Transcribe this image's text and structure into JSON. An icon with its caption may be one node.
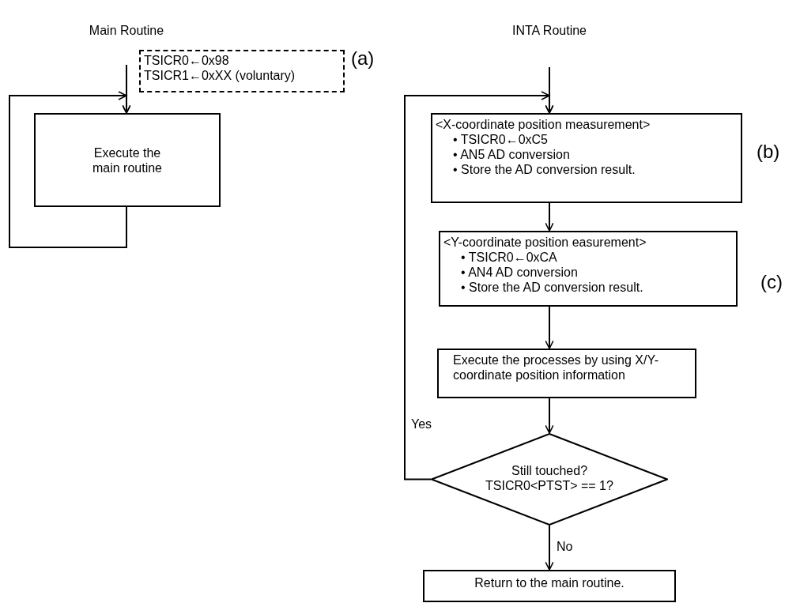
{
  "diagram": {
    "nodes": [
      {
        "text": [
          "TSICR0←0x98",
          "TSICR1←0xXX (voluntary)"
        ],
        "beside": [
          "(a)"
        ]
      },
      {
        "text": [
          "Execute the main routine"
        ]
      },
      {
        "text": [
          "<X-coordinate position measurement>",
          "• TSICR0←0xC5",
          "• AN5 AD conversion",
          "• Store the AD conversion result."
        ],
        "beside": [
          "(b)"
        ]
      },
      {
        "text": [
          "<Y-coordinate position easurement>",
          "• TSICR0←0xCA",
          "• AN4 AD conversion",
          "• Store the AD conversion result."
        ],
        "beside": [
          "(c)"
        ]
      },
      {
        "text": [
          "Execute the processes by using X/Y-coordinate position information"
        ]
      },
      {
        "text": [
          "Still touched?",
          "TSICR0<PTST> == 1?"
        ]
      },
      {
        "text": [
          "Return to the main routine."
        ]
      }
    ],
    "edges": [
      {
        "from": null,
        "to": 1,
        "arrow": "to"
      },
      {
        "from": 1,
        "to": 1,
        "arrow": "to"
      },
      {
        "from": null,
        "to": 2,
        "arrow": "to"
      },
      {
        "from": 2,
        "to": 3,
        "arrow": "to"
      },
      {
        "from": 3,
        "to": 4,
        "arrow": "to"
      },
      {
        "from": 4,
        "to": 5,
        "arrow": "to"
      },
      {
        "from": 5,
        "to": 2,
        "arrow": "to",
        "label": "Yes"
      },
      {
        "from": 5,
        "to": 6,
        "arrow": "to",
        "label": "No"
      }
    ],
    "labels": [
      "Main Routine",
      "INTA Routine"
    ]
  }
}
